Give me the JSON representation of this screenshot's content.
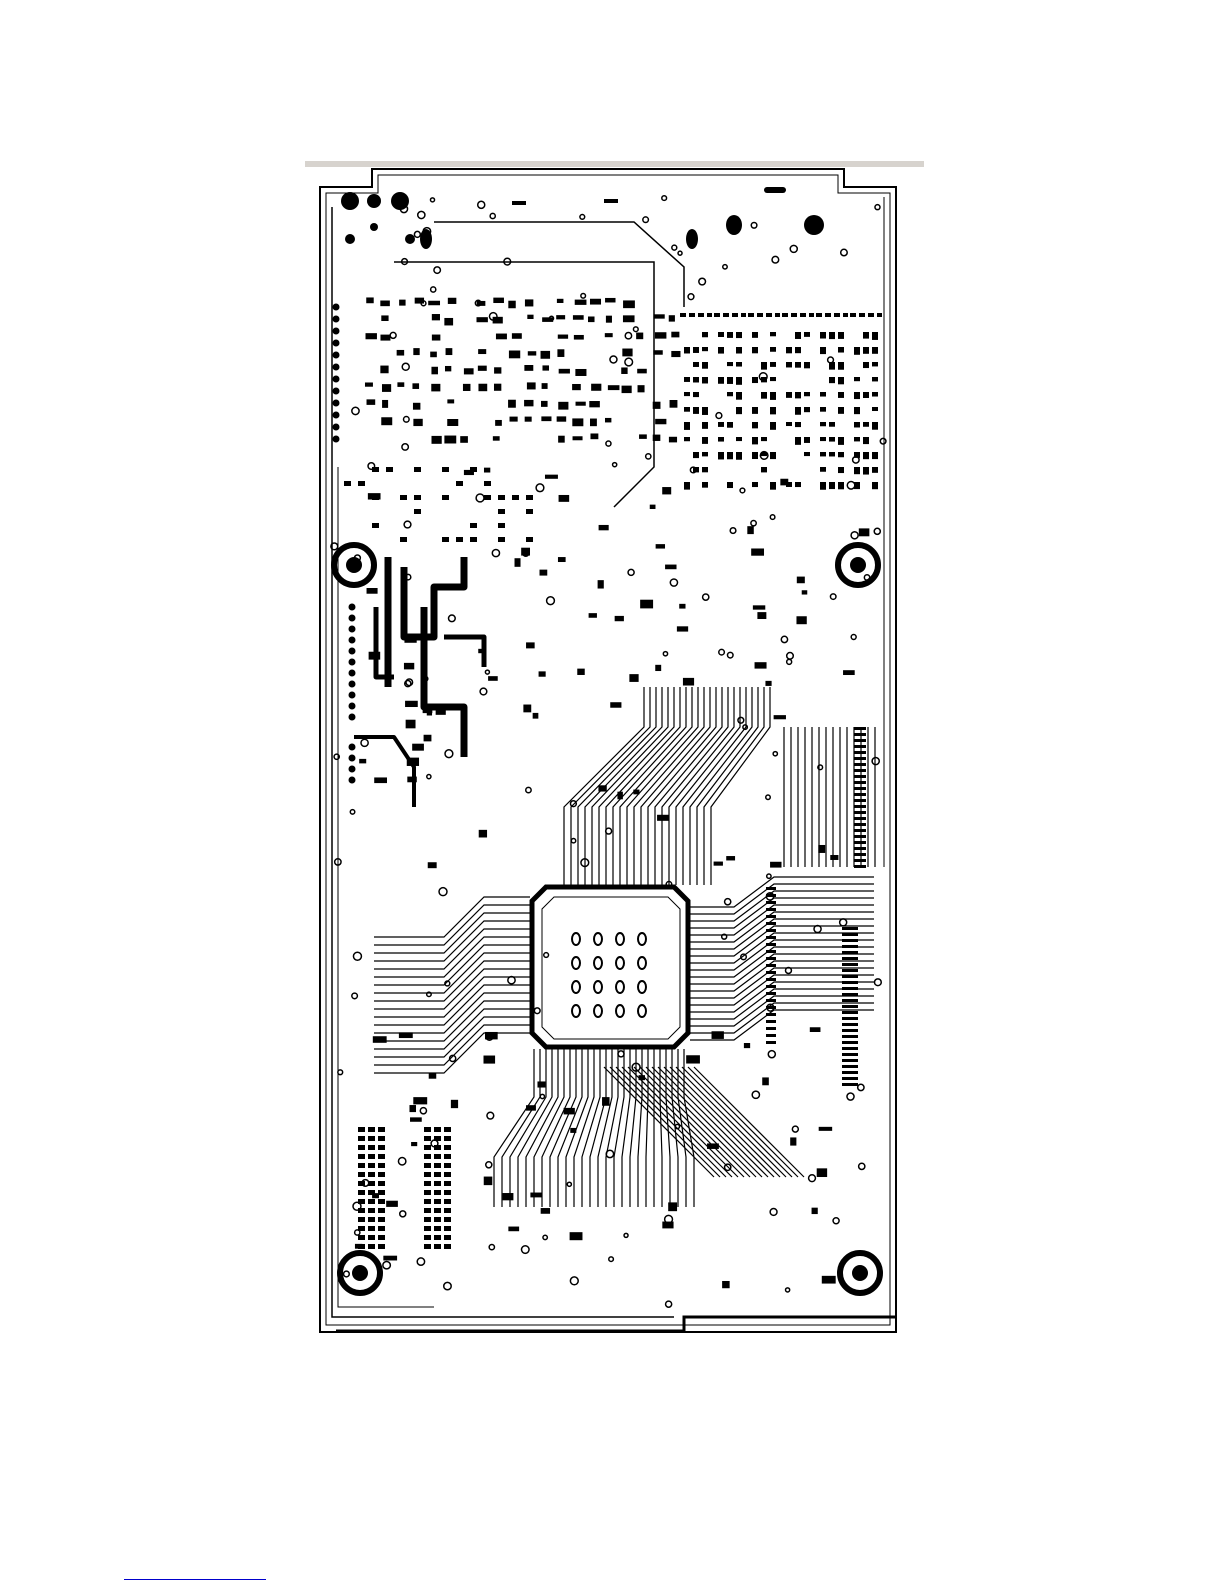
{
  "figure": {
    "subject": "pcb-layout-copper-layer",
    "colors": {
      "copper": "#000000",
      "board": "#ffffff",
      "rule": "#d7d3ce",
      "footnote_rule": "#0000cc"
    },
    "mounting_holes": 4,
    "main_ic_package": "bga-qfp",
    "connector_ic_rows": 2
  }
}
